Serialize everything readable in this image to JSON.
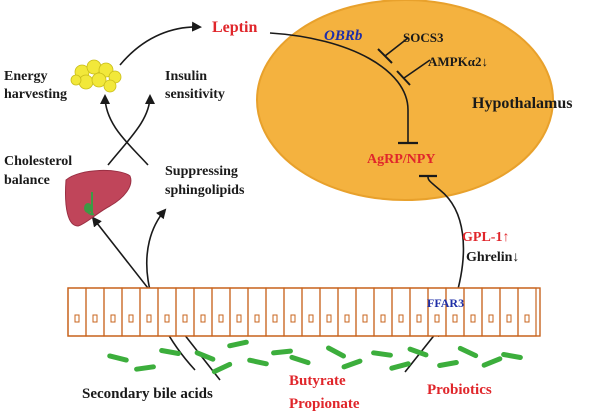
{
  "labels": {
    "leptin": "Leptin",
    "obrb": "OBRb",
    "socs3": "SOCS3",
    "ampk": "AMPKα2↓",
    "hypothalamus": "Hypothalamus",
    "agrp_npy": "AgRP/NPY",
    "energy_1": "Energy",
    "energy_2": "harvesting",
    "insulin_1": "Insulin",
    "insulin_2": "sensitivity",
    "cholesterol_1": "Cholesterol",
    "cholesterol_2": "balance",
    "suppressing_1": "Suppressing",
    "suppressing_2": "sphingolipids",
    "gpl1": "GPL-1↑",
    "ghrelin": "Ghrelin↓",
    "ffar3": "FFAR3",
    "secondary_bile_acids": "Secondary bile acids",
    "butyrate": "Butyrate",
    "propionate": "Propionate",
    "probiotics": "Probiotics"
  },
  "colors": {
    "hypothalamus_fill": "#f4b23f",
    "hypothalamus_stroke": "#e8a12c",
    "villi_stroke": "#c8641e",
    "bacteria": "#3cae3c",
    "liver": "#c0455a",
    "fat": "#f2e83a",
    "red_text": "#e0262b",
    "blue_text": "#1f2fa8"
  },
  "icons": {
    "fat_cells": "fat-cluster-icon",
    "liver": "liver-icon"
  }
}
